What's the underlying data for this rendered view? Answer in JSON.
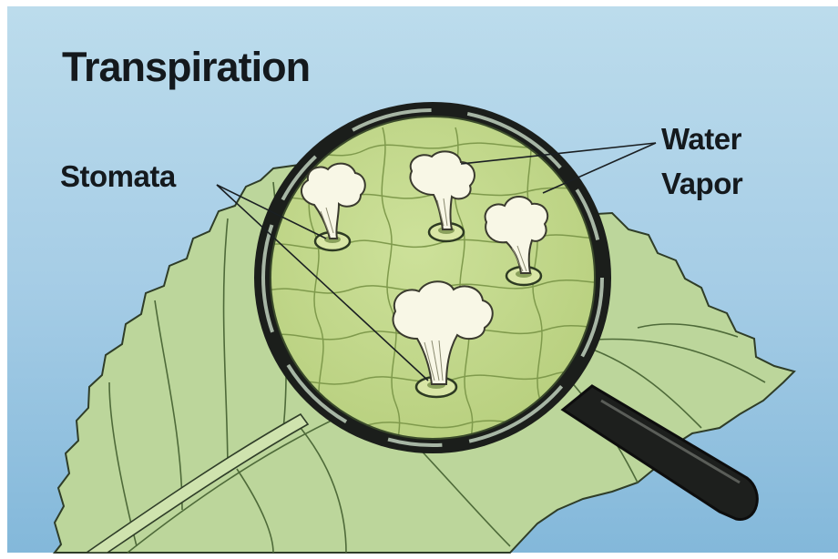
{
  "diagram": {
    "title": "Transpiration",
    "labels": {
      "stomata": "Stomata",
      "water_vapor_line1": "Water",
      "water_vapor_line2": "Vapor"
    }
  },
  "colors": {
    "sky_top": "#b9d8e9",
    "sky_bottom": "#85b9da",
    "leaf": "#bcd69b",
    "leaf_vein": "#3f5a2e",
    "lens": "#c4d98a",
    "lens_cells": "#7f9a4c",
    "magnifier_rim": "#1c1f1c",
    "vapor": "#f8f7e6",
    "text": "#14191d"
  }
}
